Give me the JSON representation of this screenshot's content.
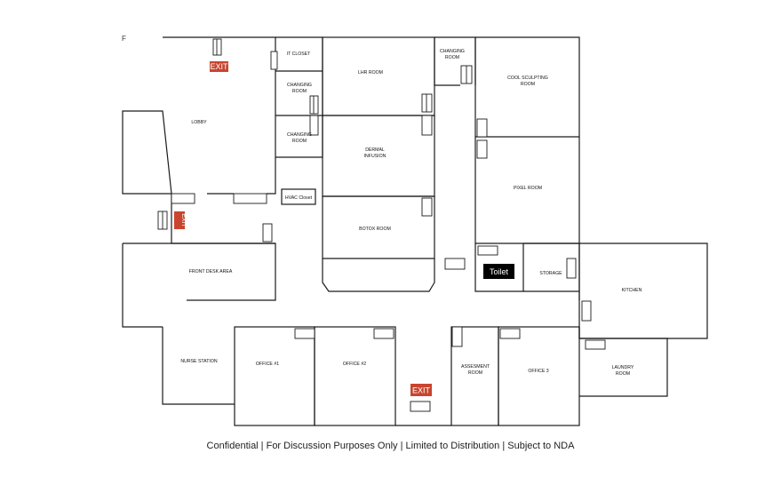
{
  "corner_mark": "F",
  "rooms": {
    "it_closet": "IT CLOSET",
    "changing_room_a": [
      "CHANGING",
      "ROOM"
    ],
    "changing_room_b": [
      "CHANGING",
      "ROOM"
    ],
    "changing_room_c": [
      "CHANGING",
      "ROOM"
    ],
    "lhr_room": "LHR ROOM",
    "cool_sculpting": [
      "COOL SCULPTING",
      "ROOM"
    ],
    "lobby": "LOBBY",
    "dermal_infusion": [
      "DERMAL",
      "INFUSION"
    ],
    "pixel_room": "PIXEL ROOM",
    "hvac_closet": "HVAC Closet",
    "botox_room": "BOTOX ROOM",
    "front_desk": "FRONT DESK AREA",
    "toilet": "Toilet",
    "storage": "STORAGE",
    "kitchen": "KITCHEN",
    "nurse_station": "NURSE STATION",
    "office_1": "OFFICE #1",
    "office_2": "OFFICE #2",
    "assessment": [
      "ASSESMENT",
      "ROOM"
    ],
    "office_3": "OFFICE 3",
    "laundry": [
      "LAUNDRY",
      "ROOM"
    ]
  },
  "exit_label": "EXIT",
  "colors": {
    "exit": "#c9452f",
    "wall": "#1a1a1a",
    "toilet_bg": "#000000"
  },
  "footer": "Confidential | For Discussion Purposes Only | Limited to Distribution | Subject to NDA"
}
